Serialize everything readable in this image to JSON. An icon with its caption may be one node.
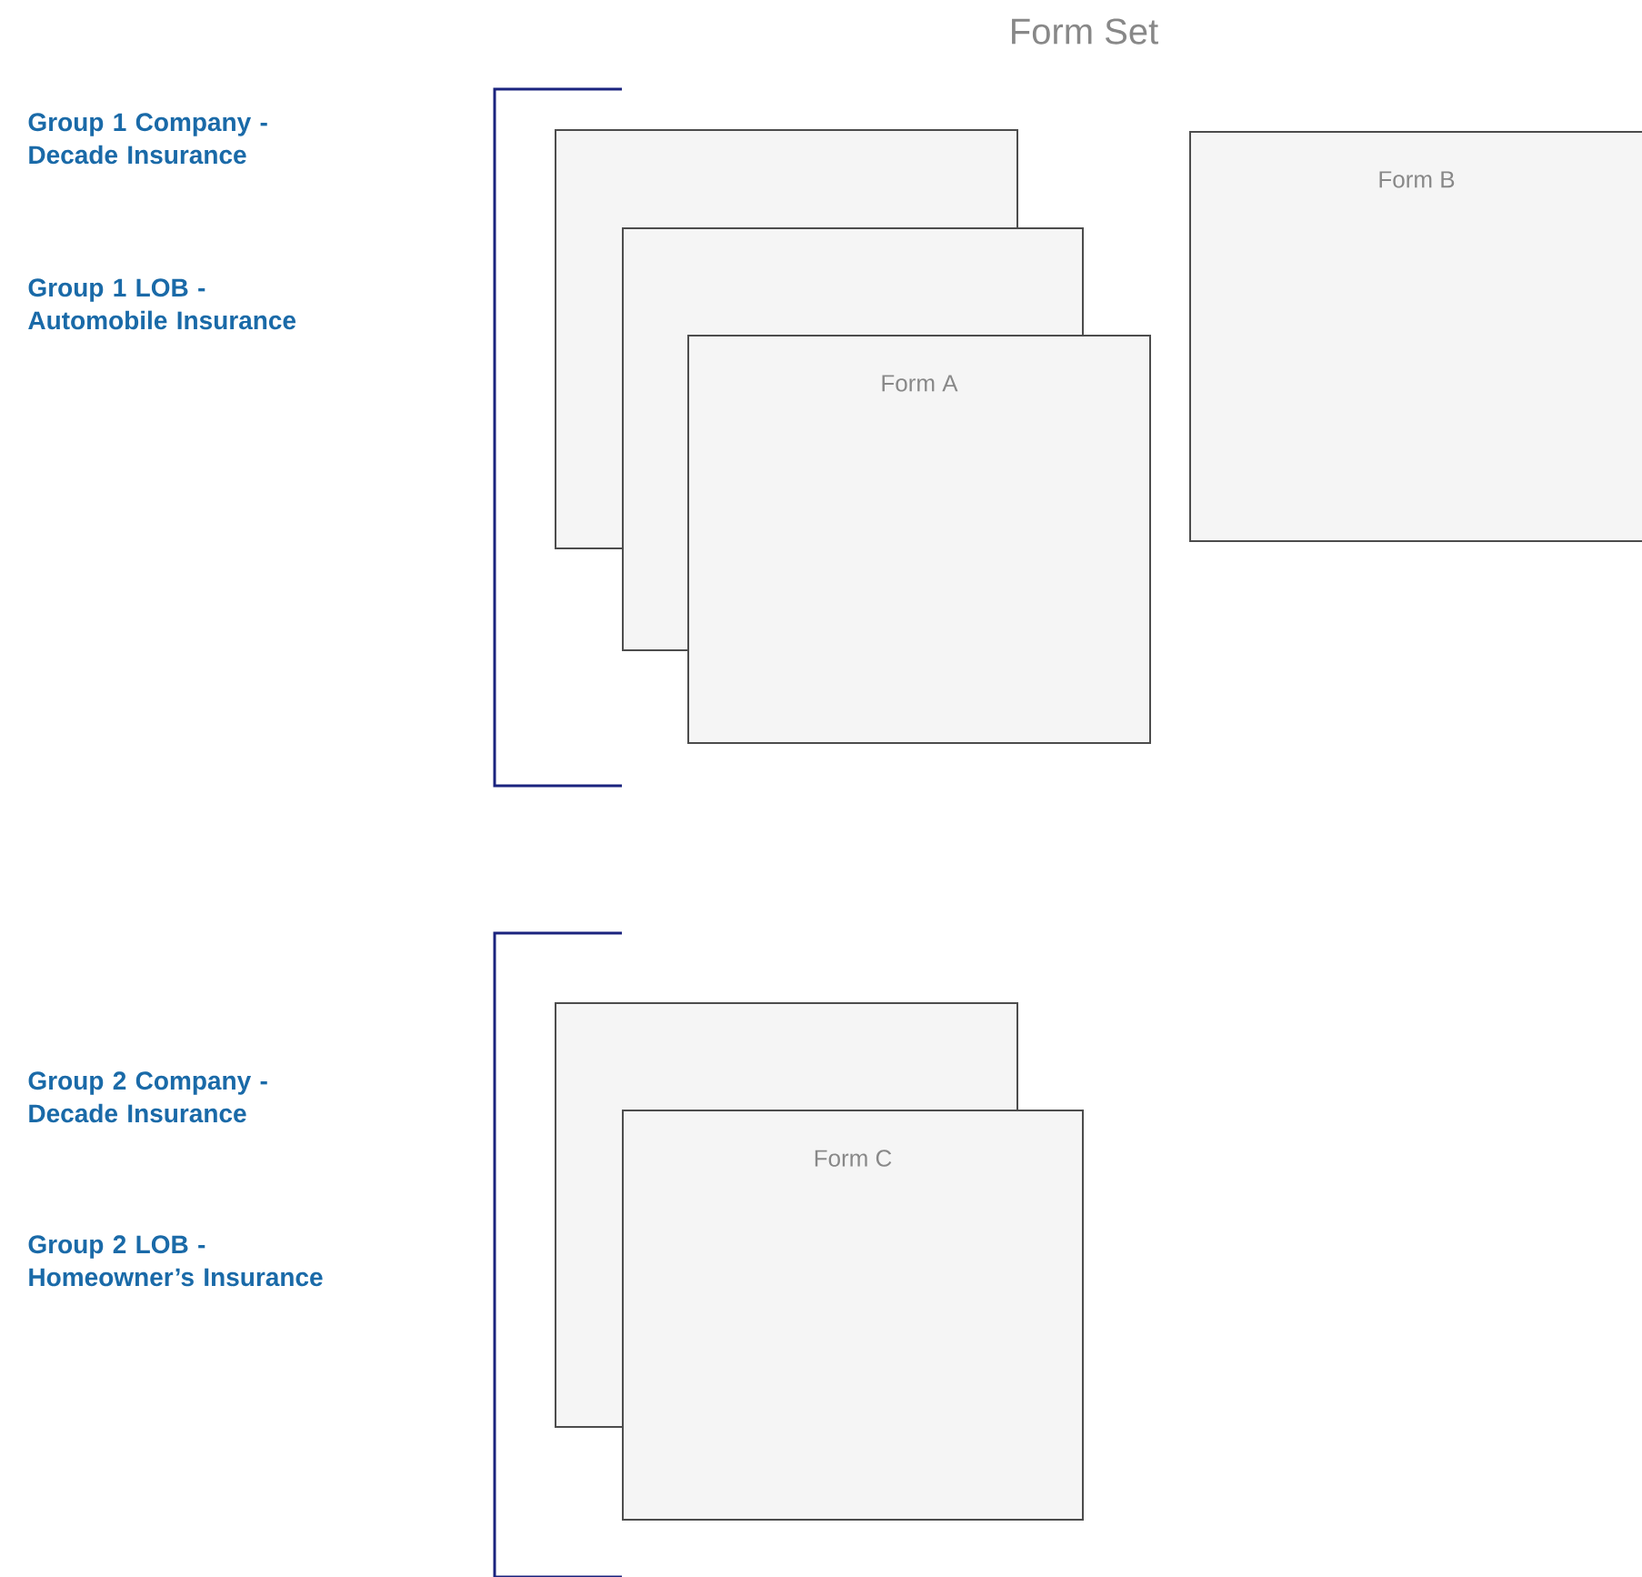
{
  "diagram": {
    "title": "Form Set",
    "nodes": [
      {
        "text": [],
        "shape": "box"
      },
      {
        "text": [],
        "shape": "box"
      },
      {
        "text": [
          "Form A"
        ]
      },
      {
        "text": [
          "Form B"
        ]
      },
      {
        "text": [],
        "shape": "box"
      },
      {
        "text": [
          "Form C"
        ]
      }
    ],
    "edges": [],
    "labels": [
      "Group 1 Company - Decade Insurance",
      "Group 1 LOB - Automobile Insurance",
      "Group 2 Company - Decade Insurance",
      "Group 2 LOB - Homeowner’s Insurance"
    ]
  }
}
